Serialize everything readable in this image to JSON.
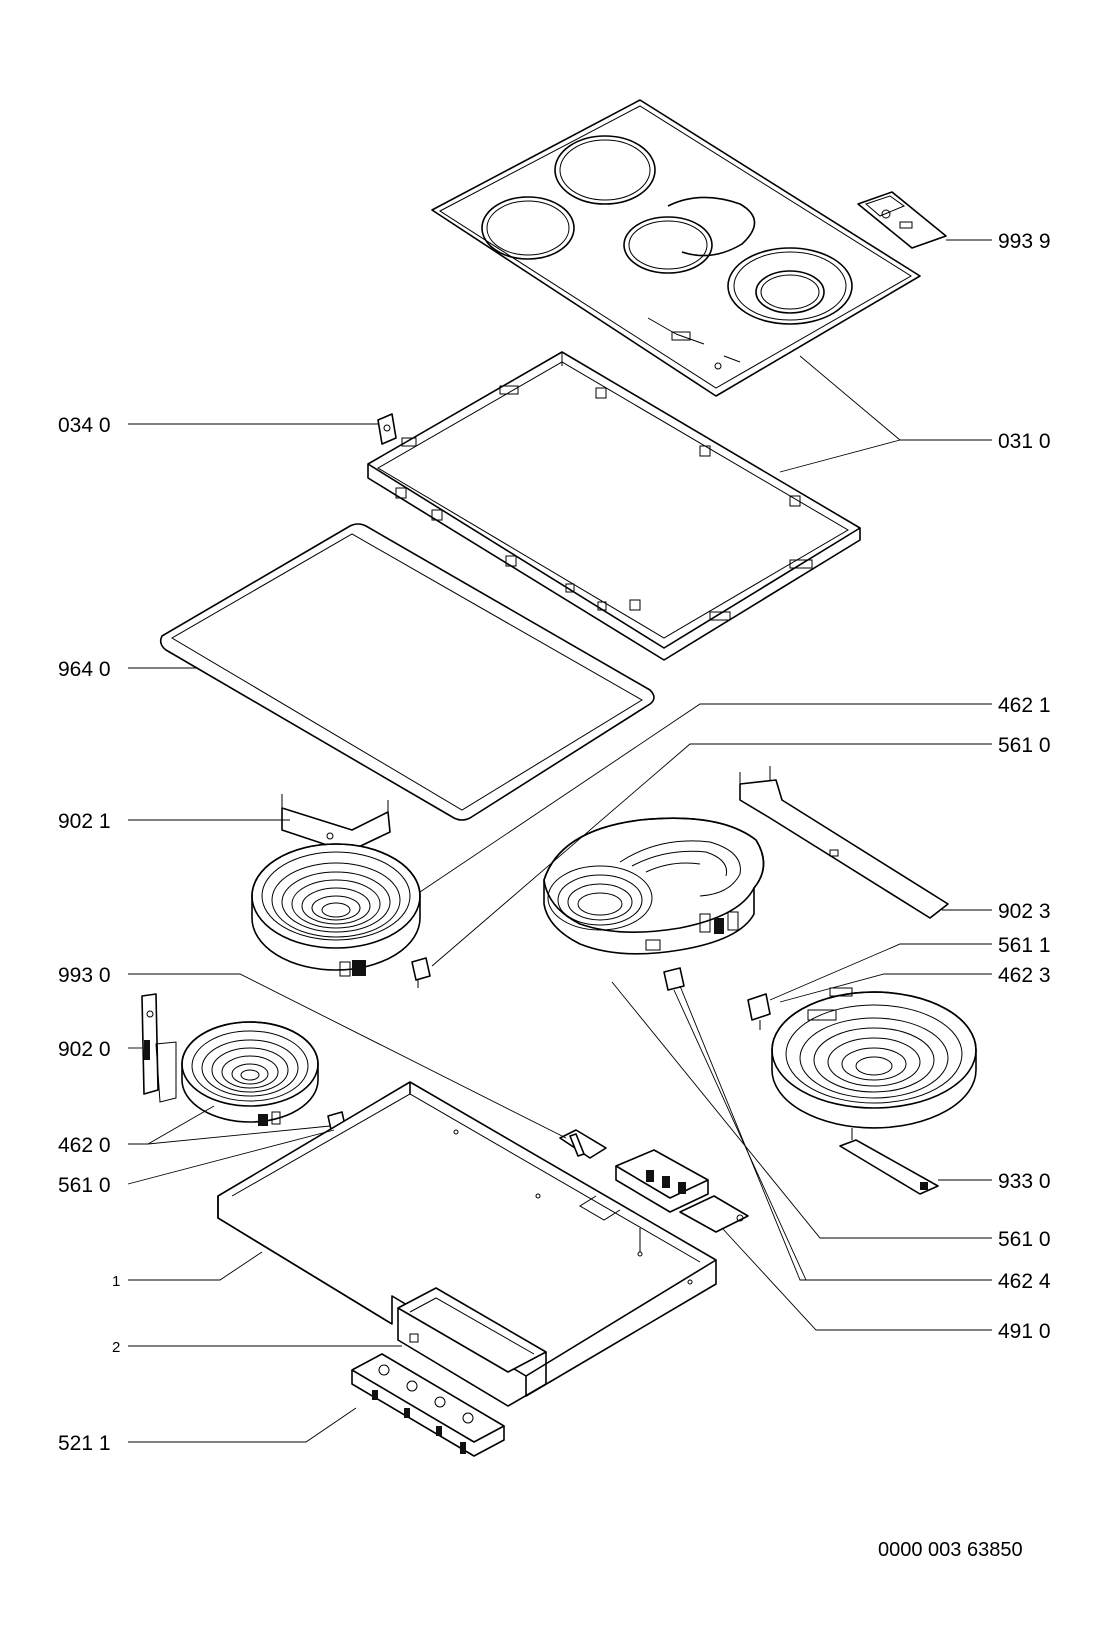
{
  "labels": {
    "l_9939": "993 9",
    "l_0340": "034 0",
    "l_0310": "031 0",
    "l_9640": "964 0",
    "l_4621": "462 1",
    "l_5610a": "561 0",
    "l_9021": "902 1",
    "l_9023": "902 3",
    "l_5611": "561 1",
    "l_4623": "462 3",
    "l_9930": "993 0",
    "l_9020": "902 0",
    "l_4620": "462 0",
    "l_5610b": "561 0",
    "l_9330": "933 0",
    "l_5610c": "561 0",
    "l_1": "1",
    "l_4624": "462 4",
    "l_2": "2",
    "l_4910": "491 0",
    "l_5211": "521 1"
  },
  "footer": {
    "drawing_number": "0000 003 63850"
  },
  "icons": {
    "cooktop_glass": "glass-ceramic-top",
    "frame": "hob-frame",
    "gasket": "seal-gasket",
    "heating_elements": "radiant-heater-coil",
    "brackets": "mounting-bracket",
    "base_tray": "bottom-housing",
    "control_module": "energy-regulator-block"
  }
}
